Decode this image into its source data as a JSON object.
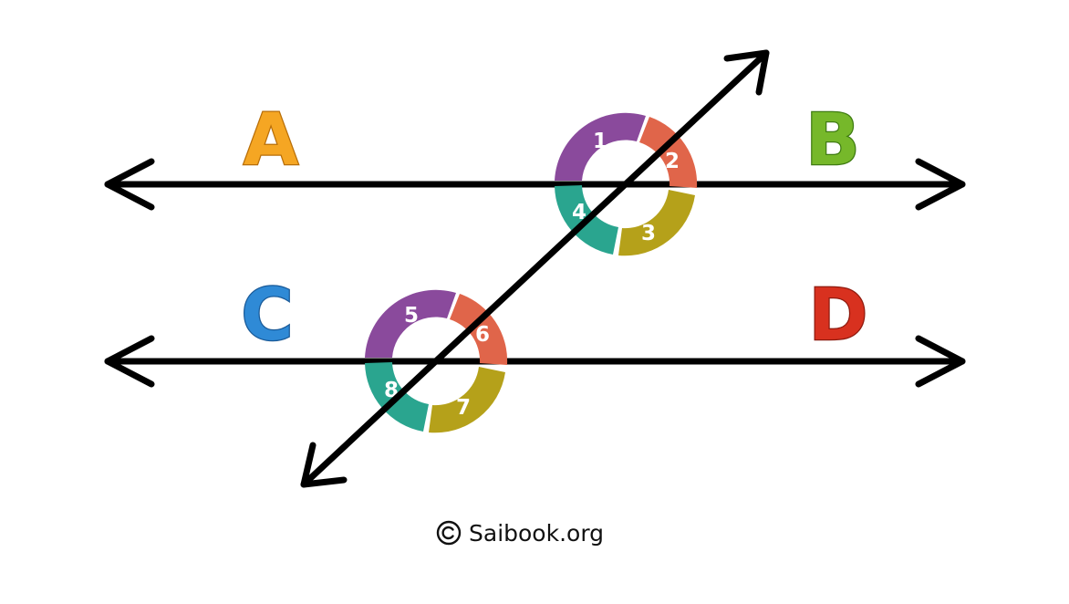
{
  "line_labels": {
    "a": "A",
    "b": "B",
    "c": "C",
    "d": "D"
  },
  "angle_labels": [
    "1",
    "2",
    "3",
    "4",
    "5",
    "6",
    "7",
    "8"
  ],
  "credit": {
    "text": "Saibook.org",
    "icon": "copyright-icon"
  },
  "colors": {
    "line": "#000000",
    "angle_1_5": "#8a4a9c",
    "angle_2_6": "#e0654a",
    "angle_3_7": "#b5a11a",
    "angle_4_8": "#2aa58f",
    "letter_a": "#f5a623",
    "letter_b": "#76b82a",
    "letter_c": "#2f8ad6",
    "letter_d": "#d8311f"
  }
}
